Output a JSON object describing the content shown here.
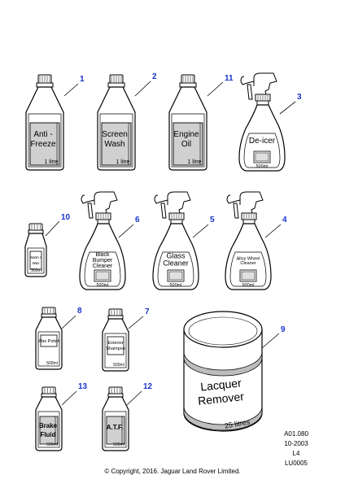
{
  "parts": [
    {
      "callout": "1",
      "lines": [
        "Anti -",
        "Freeze"
      ],
      "size": "1 litre"
    },
    {
      "callout": "2",
      "lines": [
        "Screen",
        "Wash"
      ],
      "size": "1 litre"
    },
    {
      "callout": "11",
      "lines": [
        "Engine",
        "Oil"
      ],
      "size": "1 litre"
    },
    {
      "callout": "3",
      "lines": [
        "De-icer"
      ],
      "size": "500ml"
    },
    {
      "callout": "10",
      "lines": [
        "Wash n",
        "Wax"
      ],
      "size": "500ml"
    },
    {
      "callout": "6",
      "lines": [
        "Black",
        "Bumper",
        "Cleaner"
      ],
      "size": "500ml"
    },
    {
      "callout": "5",
      "lines": [
        "Glass",
        "Cleaner"
      ],
      "size": "500ml"
    },
    {
      "callout": "4",
      "lines": [
        "Alloy Wheel",
        "Cleaner"
      ],
      "size": "500ml"
    },
    {
      "callout": "8",
      "lines": [
        "Wax Polish"
      ],
      "size": "500ml"
    },
    {
      "callout": "7",
      "lines": [
        "Exterior",
        "Shampoo"
      ],
      "size": "500ml"
    },
    {
      "callout": "13",
      "lines": [
        "Brake",
        "Fluid"
      ],
      "size": "500ml"
    },
    {
      "callout": "12",
      "lines": [
        "A.T.F."
      ],
      "size": "500ml"
    },
    {
      "callout": "9",
      "lines": [
        "Lacquer",
        "Remover"
      ],
      "size": "25 litres"
    }
  ],
  "reference": {
    "code": "A01.080",
    "date": "10-2003",
    "level": "L4",
    "id": "LU0005"
  },
  "copyright": "© Copyright, 2016. Jaguar Land Rover Limited."
}
